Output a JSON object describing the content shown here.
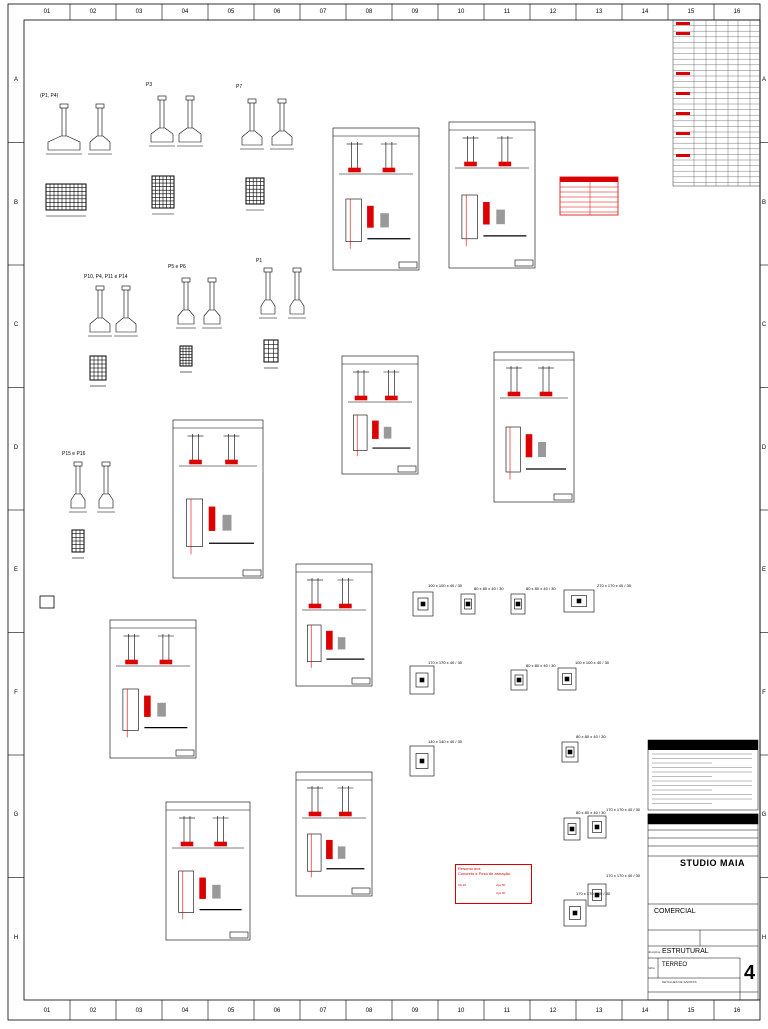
{
  "columns": [
    "01",
    "02",
    "03",
    "04",
    "05",
    "06",
    "07",
    "08",
    "09",
    "10",
    "11",
    "12",
    "13",
    "14",
    "15",
    "16"
  ],
  "rows": [
    "A",
    "B",
    "C",
    "D",
    "E",
    "F",
    "G",
    "H"
  ],
  "detail_labels": {
    "p1": "(P1, P4)",
    "p2": "P3",
    "p3": "P7",
    "p4": "P10, P4, P11 e P14",
    "p5": "P5 e P6",
    "p6": "P1",
    "p7": "P15 e P16"
  },
  "section_labels": {
    "s1": "100 x 100 x 40 / 30",
    "s2": "80 x 80 x 40 / 30",
    "s3": "80 x 80 x 40 / 30",
    "s4": "270 x 170 x 40 / 30",
    "s5": "170 x 170 x 40 / 30",
    "s6": "80 x 80 x 40 / 30",
    "s7": "100 x 100 x 40 / 30",
    "s8": "140 x 140 x 40 / 30",
    "s9": "80 x 80 x 40 / 30",
    "s10": "80 x 80 x 40 / 30",
    "s11": "170 x 170 x 40 / 30",
    "s12": "170 x 170 x 40 / 30",
    "s13": "170 x 170 x 40 / 30"
  },
  "red_table": {
    "headers": [
      "Resumo dos",
      "Concreto e Peso de armação"
    ],
    "rows": [
      "fck 25",
      "Aço 50",
      "Aço 60"
    ]
  },
  "title_block": {
    "studio": "STUDIO MAIA",
    "project": "COMERCIAL",
    "discipline": "ESTRUTURAL",
    "floor": "TERREO",
    "subtitle": "DETALHES DE SAPATAS",
    "sheet_number": "4",
    "left_labels": {
      "discipline": "disciplina",
      "floor": "folha"
    }
  }
}
